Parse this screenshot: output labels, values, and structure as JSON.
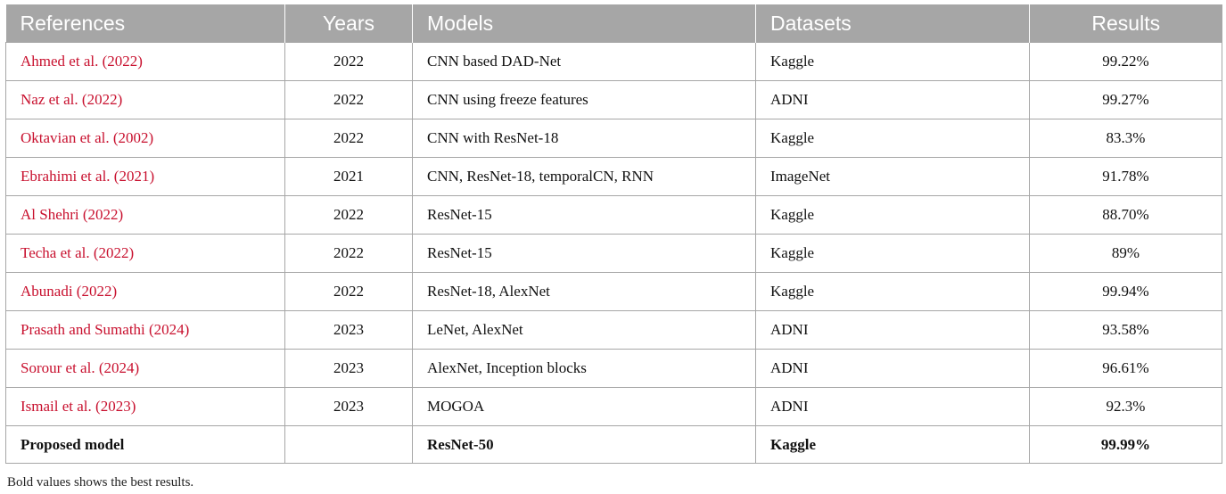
{
  "table": {
    "headers": [
      "References",
      "Years",
      "Models",
      "Datasets",
      "Results"
    ],
    "rows": [
      {
        "ref_prefix": "Ahmed et al. (",
        "ref_year": "2022",
        "ref_suffix": ")",
        "year": "2022",
        "model": "CNN based DAD-Net",
        "dataset": "Kaggle",
        "result": "99.22%"
      },
      {
        "ref_prefix": "Naz et al. (",
        "ref_year": "2022",
        "ref_suffix": ")",
        "year": "2022",
        "model": "CNN using freeze features",
        "dataset": "ADNI",
        "result": "99.27%"
      },
      {
        "ref_prefix": "Oktavian et al. (",
        "ref_year": "2002",
        "ref_suffix": ")",
        "year": "2022",
        "model": "CNN with ResNet-18",
        "dataset": "Kaggle",
        "result": "83.3%"
      },
      {
        "ref_prefix": "Ebrahimi et al. (",
        "ref_year": "2021",
        "ref_suffix": ")",
        "year": "2021",
        "model": "CNN, ResNet-18, temporalCN, RNN",
        "dataset": "ImageNet",
        "result": "91.78%"
      },
      {
        "ref_prefix": "Al Shehri (",
        "ref_year": "2022",
        "ref_suffix": ")",
        "year": "2022",
        "model": "ResNet-15",
        "dataset": "Kaggle",
        "result": "88.70%"
      },
      {
        "ref_prefix": "Techa et al. (",
        "ref_year": "2022",
        "ref_suffix": ")",
        "year": "2022",
        "model": "ResNet-15",
        "dataset": "Kaggle",
        "result": "89%"
      },
      {
        "ref_prefix": "Abunadi (",
        "ref_year": "2022",
        "ref_suffix": ")",
        "year": "2022",
        "model": "ResNet-18, AlexNet",
        "dataset": "Kaggle",
        "result": "99.94%"
      },
      {
        "ref_prefix": "Prasath and Sumathi (",
        "ref_year": "2024",
        "ref_suffix": ")",
        "year": "2023",
        "model": "LeNet, AlexNet",
        "dataset": "ADNI",
        "result": "93.58%"
      },
      {
        "ref_prefix": "Sorour et al. (",
        "ref_year": "2024",
        "ref_suffix": ")",
        "year": "2023",
        "model": "AlexNet, Inception blocks",
        "dataset": "ADNI",
        "result": "96.61%"
      },
      {
        "ref_prefix": "Ismail et al. (",
        "ref_year": "2023",
        "ref_suffix": ")",
        "year": "2023",
        "model": "MOGOA",
        "dataset": "ADNI",
        "result": "92.3%"
      }
    ],
    "total_row": {
      "ref": "Proposed model",
      "year": "",
      "model": "ResNet-50",
      "dataset": "Kaggle",
      "result": "99.99%"
    }
  },
  "footnote": "Bold values shows the best results.",
  "colors": {
    "header_bg": "#a6a6a6",
    "link": "#c8102e",
    "border": "#a6a6a6"
  }
}
